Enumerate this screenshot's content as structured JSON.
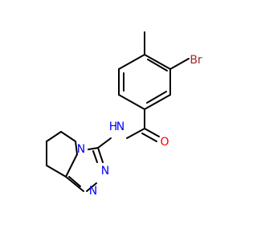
{
  "molecule": {
    "atoms": {
      "br": "Br",
      "o": "O",
      "nh": "N",
      "h": "H",
      "n_ring": "N",
      "n_bottom_left": "N",
      "n_bottom_right": "N"
    }
  },
  "colors": {
    "bond": "#000000",
    "bromine": "#a52a2a",
    "oxygen": "#ff0000",
    "nitrogen": "#0000ff",
    "background": "#ffffff"
  }
}
